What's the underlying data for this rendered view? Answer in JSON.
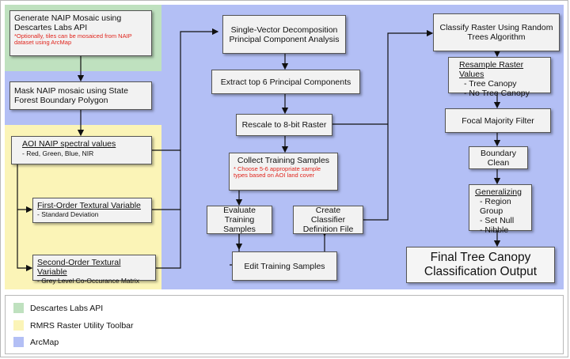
{
  "colors": {
    "descartes": "#bfe1bf",
    "rmrs": "#fbf4b7",
    "arcmap": "#b3bff5",
    "note_red": "#e0241c"
  },
  "boxes": {
    "generate_naip": {
      "title": "Generate NAIP Mosaic using Descartes Labs API",
      "note": "*Optionally, tiles can be mosaiced from NAIP dataset using ArcMap"
    },
    "mask_naip": {
      "title": "Mask NAIP mosaic using State Forest Boundary Polygon"
    },
    "aoi_naip": {
      "title": "AOI NAIP spectral values",
      "sub": "- Red, Green, Blue, NIR"
    },
    "first_order": {
      "title": "First-Order Textural Variable",
      "sub": "- Standard Deviation"
    },
    "second_order": {
      "title": "Second-Order Textural Variable",
      "sub": "- Grey Level Co-Occurance Matrix"
    },
    "pca": {
      "title": "Single-Vector Decomposition Principal Component Analysis"
    },
    "extract_pc": {
      "title": "Extract top 6 Principal Components"
    },
    "rescale": {
      "title": "Rescale to 8-bit Raster"
    },
    "collect_samples": {
      "title": "Collect Training Samples",
      "note": "* Choose 5-6 appropriate sample types based on AOI land cover"
    },
    "evaluate_samples": {
      "title": "Evaluate Training Samples"
    },
    "create_classifier": {
      "title": "Create Classifier Definition File"
    },
    "edit_samples": {
      "title": "Edit Training Samples"
    },
    "classify_raster": {
      "title": "Classify Raster Using Random Trees Algorithm"
    },
    "resample": {
      "title": "Resample Raster Values",
      "items": [
        "- Tree Canopy",
        "- No Tree Canopy"
      ]
    },
    "focal_majority": {
      "title": "Focal Majority Filter"
    },
    "boundary_clean": {
      "title": "Boundary Clean"
    },
    "generalizing": {
      "title": "Generalizing",
      "items": [
        "- Region Group",
        "- Set Null",
        "- Nibble"
      ]
    },
    "final_output": {
      "title": "Final Tree Canopy Classification Output"
    }
  },
  "legend": [
    {
      "label": "Descartes Labs API",
      "color": "#bfe1bf"
    },
    {
      "label": "RMRS Raster Utility Toolbar",
      "color": "#fbf4b7"
    },
    {
      "label": "ArcMap",
      "color": "#b3bff5"
    }
  ]
}
